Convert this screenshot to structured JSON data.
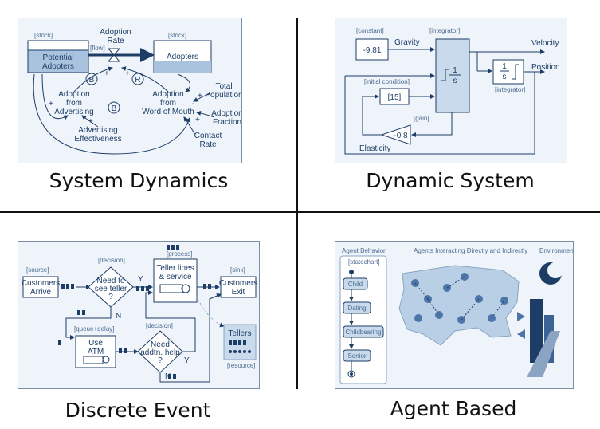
{
  "captions": {
    "top_left": "System Dynamics",
    "top_right": "Dynamic System",
    "bottom_left": "Discrete Event",
    "bottom_right": "Agent Based"
  },
  "system_dynamics": {
    "stock_tag_1": "[stock]",
    "stock_tag_2": "[stock]",
    "flow_tag": "[flow]",
    "potential_adopters": [
      "Potential",
      "Adopters"
    ],
    "adopters": "Adopters",
    "adoption_rate": [
      "Adoption",
      "Rate"
    ],
    "adoption_from_advertising": [
      "Adoption",
      "from",
      "Advertising"
    ],
    "adoption_from_wom": [
      "Adoption",
      "from",
      "Word of Mouth"
    ],
    "total_population": [
      "Total",
      "Population"
    ],
    "adoption_fraction": [
      "Adoption",
      "Fraction"
    ],
    "advertising_effectiveness": [
      "Advertising",
      "Effectiveness"
    ],
    "contact_rate": [
      "Contact",
      "Rate"
    ],
    "loop_b": "B",
    "loop_r": "R",
    "plus": "+",
    "minus": "-"
  },
  "dynamic_system": {
    "constant_tag": "[constant]",
    "constant_value": "-9.81",
    "gravity": "Gravity",
    "integrator_tag": "[integrator]",
    "integrator_tag_2": "[integrator]",
    "velocity": "Velocity",
    "position": "Position",
    "initial_condition_tag": "[initial condition]",
    "initial_value": "[15]",
    "gain_tag": "[gain]",
    "gain_value": "-0.8",
    "elasticity": "Elasticity",
    "one": "1",
    "s": "s"
  },
  "discrete_event": {
    "source_tag": "[source]",
    "decision_tag": "[decision]",
    "decision_tag_2": "[decision]",
    "process_tag": "[process]",
    "sink_tag": "[sink]",
    "queue_delay_tag": "[queue+delay]",
    "resource_tag": "[resource]",
    "customers_arrive": [
      "Customers",
      "Arrive"
    ],
    "need_to_see_teller": [
      "Need to",
      "see teller",
      "?"
    ],
    "teller_lines": [
      "Teller lines",
      "& service"
    ],
    "customers_exit": [
      "Customers",
      "Exit"
    ],
    "use_atm": [
      "Use",
      "ATM"
    ],
    "need_addtn_help": [
      "Need",
      "addtn. help",
      "?"
    ],
    "tellers": "Tellers",
    "yes": "Y",
    "no": "N"
  },
  "agent_based": {
    "agent_behavior": "Agent Behavior",
    "statechart_tag": "[statechart]",
    "interacting": "Agents Interacting Directly and Indirectly",
    "environment": "Environment",
    "states": [
      "Child",
      "Dating",
      "Childbearing",
      "Senior"
    ]
  }
}
